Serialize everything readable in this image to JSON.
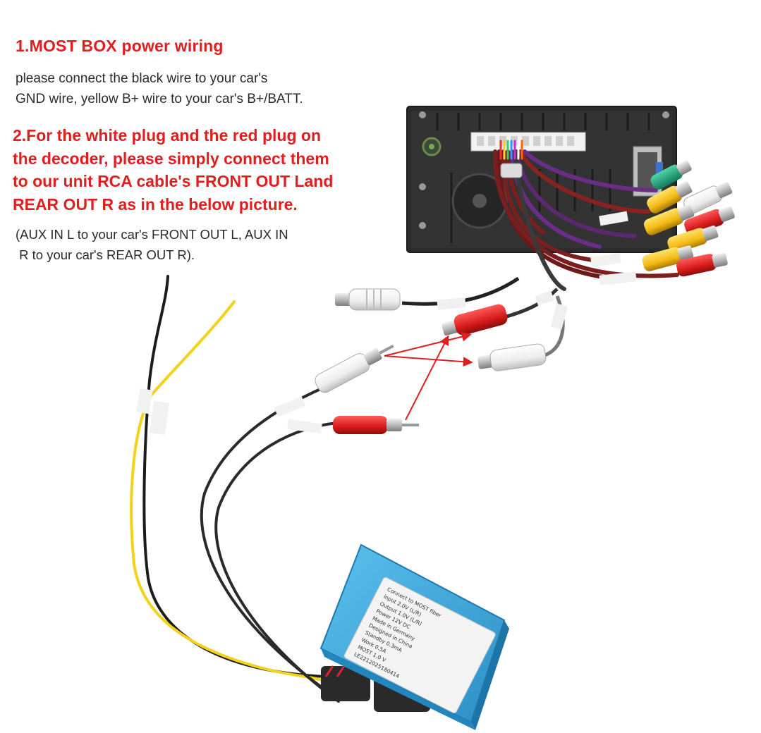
{
  "section1": {
    "heading": "1.MOST BOX power wiring",
    "line1": "please connect the black wire to your car's",
    "line2": "GND wire, yellow B+ wire to your car's B+/BATT."
  },
  "section2": {
    "heading_line1": "2.For the white plug and the red plug on",
    "heading_line2": "the decoder, please simply connect them",
    "heading_line3": "to our unit RCA cable's FRONT OUT Land",
    "heading_line4": "REAR OUT R as in the below picture.",
    "note_line1": "(AUX IN L to your car's FRONT OUT L, AUX IN",
    "note_line2": " R to your car's REAR OUT R)."
  },
  "colors": {
    "heading_red": "#e01e1e",
    "body_text": "#2a2a2a",
    "decoder_box": "#3aa6de",
    "unit_body": "#2b2b2b",
    "arrow_red": "#e02020",
    "wire_yellow": "#f2d21b"
  },
  "decoder_label": {
    "lines": [
      "Connect to MOST fiber",
      "Input 2.0V (L/R)",
      "Output 1.0V (L/R)",
      "Power 12V DC",
      "Made in Germany",
      "Designed in China",
      "Standby 0.3mA",
      "Work 0.5A",
      "MOST 1.0 V",
      "LE2212025180414"
    ]
  }
}
